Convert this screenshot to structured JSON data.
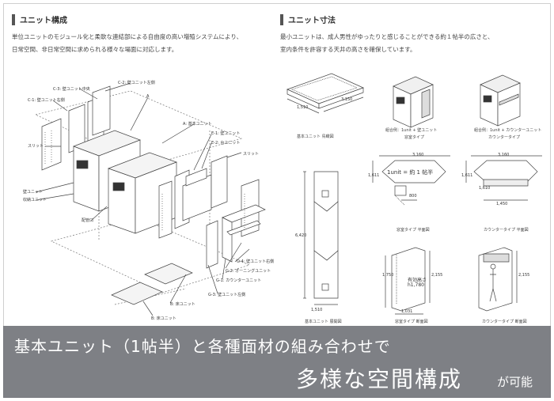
{
  "left_section": {
    "heading": "ユニット構成",
    "desc_line1": "単位ユニットのモジュール化と柔軟な連結部による自由度の高い増殖システムにより、",
    "desc_line2": "日常空間、非日常空間に求められる様々な場面に対応します。",
    "labels": {
      "c3": "C-3: 壁ユニット中央",
      "c2": "C-2: 壁ユニット左側",
      "c1": "C-1: 壁ユニット右側",
      "a": "A",
      "a_base": "A: 基本ユニット",
      "e1": "E-1: 壁ユニット",
      "e2": "E-2: 台ユニット",
      "slit_left": "スリット",
      "slit_right": "スリット",
      "wall_unit": "壁ユニット",
      "storage_unit": "収納ユニット",
      "wiring": "配管口",
      "g4": "G-4: 壁ユニット右側",
      "g2": "G-2: オーニングユニット",
      "g1": "G-1: カウンターユニット",
      "g3": "G-3: 壁ユニット左側",
      "b_floor_a": "B: 床ユニット",
      "b_floor_b": "B: 床ユニット"
    }
  },
  "right_section": {
    "heading": "ユニット寸法",
    "desc_line1": "最小ユニットは、成人男性がゆったりと感じることができる約１帖半の広さと、",
    "desc_line2": "室内条件を許容する天井の高さを確保しています。",
    "captions": {
      "base_unit": "基本ユニット 鳥瞰図",
      "example1": "組合例：1unit + 壁ユニット",
      "type_window": "窓室タイプ",
      "example2": "組合例：1unit + カウンターユニット",
      "type_counter": "カウンタータイプ",
      "base_plan": "基本ユニット 展開図",
      "window_plan": "窓室タイプ 平面図",
      "counter_plan": "カウンタータイプ 平面図",
      "window_section": "窓室タイプ 断面図",
      "counter_section": "カウンタータイプ 断面図"
    },
    "dims": {
      "d_3160_a": "3,160",
      "d_3160_b": "3,160",
      "d_1510_a": "1,510",
      "d_1510_b": "1,510",
      "d_3150": "3,150",
      "d_1610": "1,610",
      "d_1611_a": "1,611",
      "d_1611_b": "1,611",
      "d_6420": "6,420",
      "d_800": "800",
      "d_1450": "1,450",
      "d_1031": "1,031",
      "d_2155_a": "2,155",
      "d_2155_b": "2,155",
      "d_1750": "1,750",
      "tatami": "1unit = 約 1 帖半",
      "ceiling_label": "有効高さ",
      "ceiling_value": "h1,780"
    }
  },
  "banner": {
    "line1": "基本ユニット（1帖半）と各種面材の組み合わせで",
    "line2": "多様な空間構成",
    "line3": "が可能"
  }
}
